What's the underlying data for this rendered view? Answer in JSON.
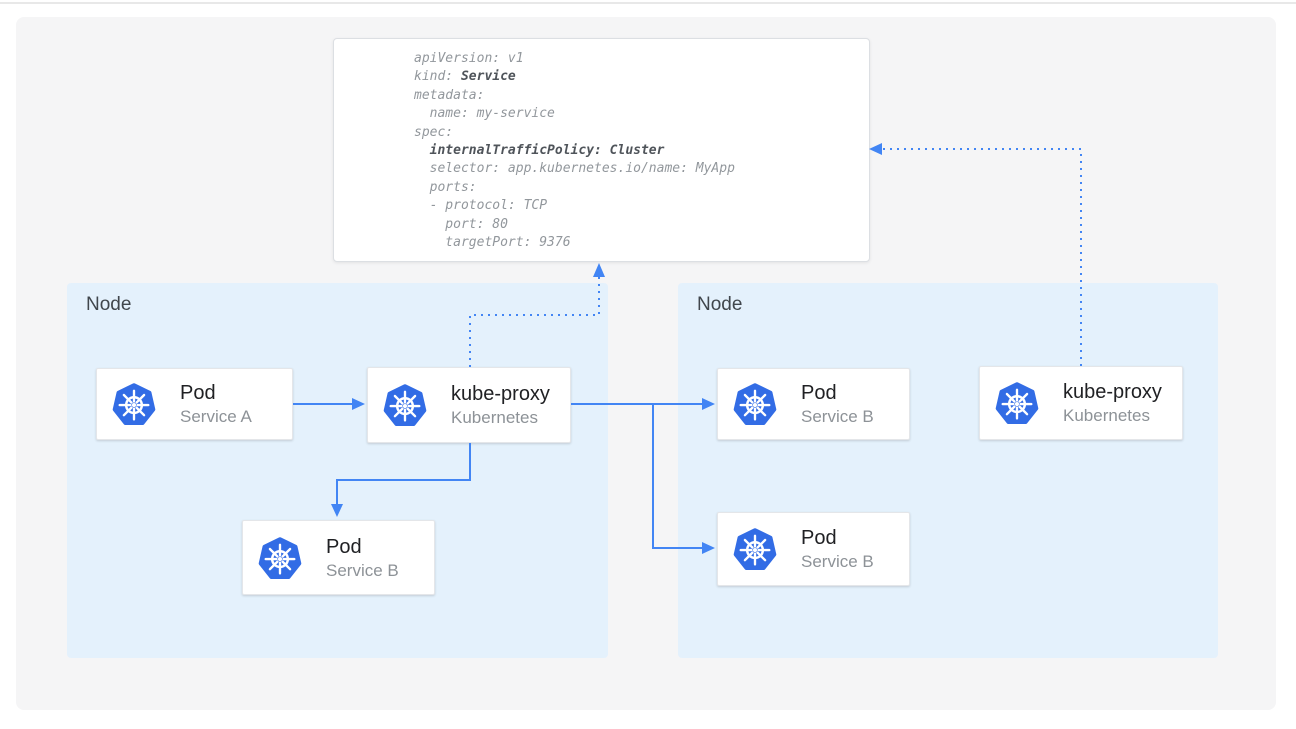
{
  "yaml": {
    "lines": [
      [
        {
          "text": "apiVersion: v1"
        }
      ],
      [
        {
          "text": "kind: "
        },
        {
          "text": "Service",
          "bold": true
        }
      ],
      [
        {
          "text": "metadata:"
        }
      ],
      [
        {
          "text": "  name: my-service"
        }
      ],
      [
        {
          "text": "spec:"
        }
      ],
      [
        {
          "text": "  "
        },
        {
          "text": "internalTrafficPolicy: Cluster",
          "bold": true
        }
      ],
      [
        {
          "text": "  selector: app.kubernetes.io/name: MyApp"
        }
      ],
      [
        {
          "text": "  ports:"
        }
      ],
      [
        {
          "text": "  - protocol: TCP"
        }
      ],
      [
        {
          "text": "    port: 80"
        }
      ],
      [
        {
          "text": "    targetPort: 9376"
        }
      ]
    ]
  },
  "nodes": [
    {
      "label": "Node",
      "cards": [
        {
          "title": "Pod",
          "subtitle": "Service A"
        },
        {
          "title": "kube-proxy",
          "subtitle": "Kubernetes"
        },
        {
          "title": "Pod",
          "subtitle": "Service B"
        }
      ]
    },
    {
      "label": "Node",
      "cards": [
        {
          "title": "Pod",
          "subtitle": "Service B"
        },
        {
          "title": "Pod",
          "subtitle": "Service B"
        },
        {
          "title": "kube-proxy",
          "subtitle": "Kubernetes"
        }
      ]
    }
  ],
  "icons": {
    "kubernetes": "kubernetes-wheel-icon"
  },
  "colors": {
    "accent": "#4285f4",
    "node_bg": "#e4f1fc",
    "canvas_bg": "#f5f5f6",
    "kubernetes_blue": "#326ce5"
  }
}
